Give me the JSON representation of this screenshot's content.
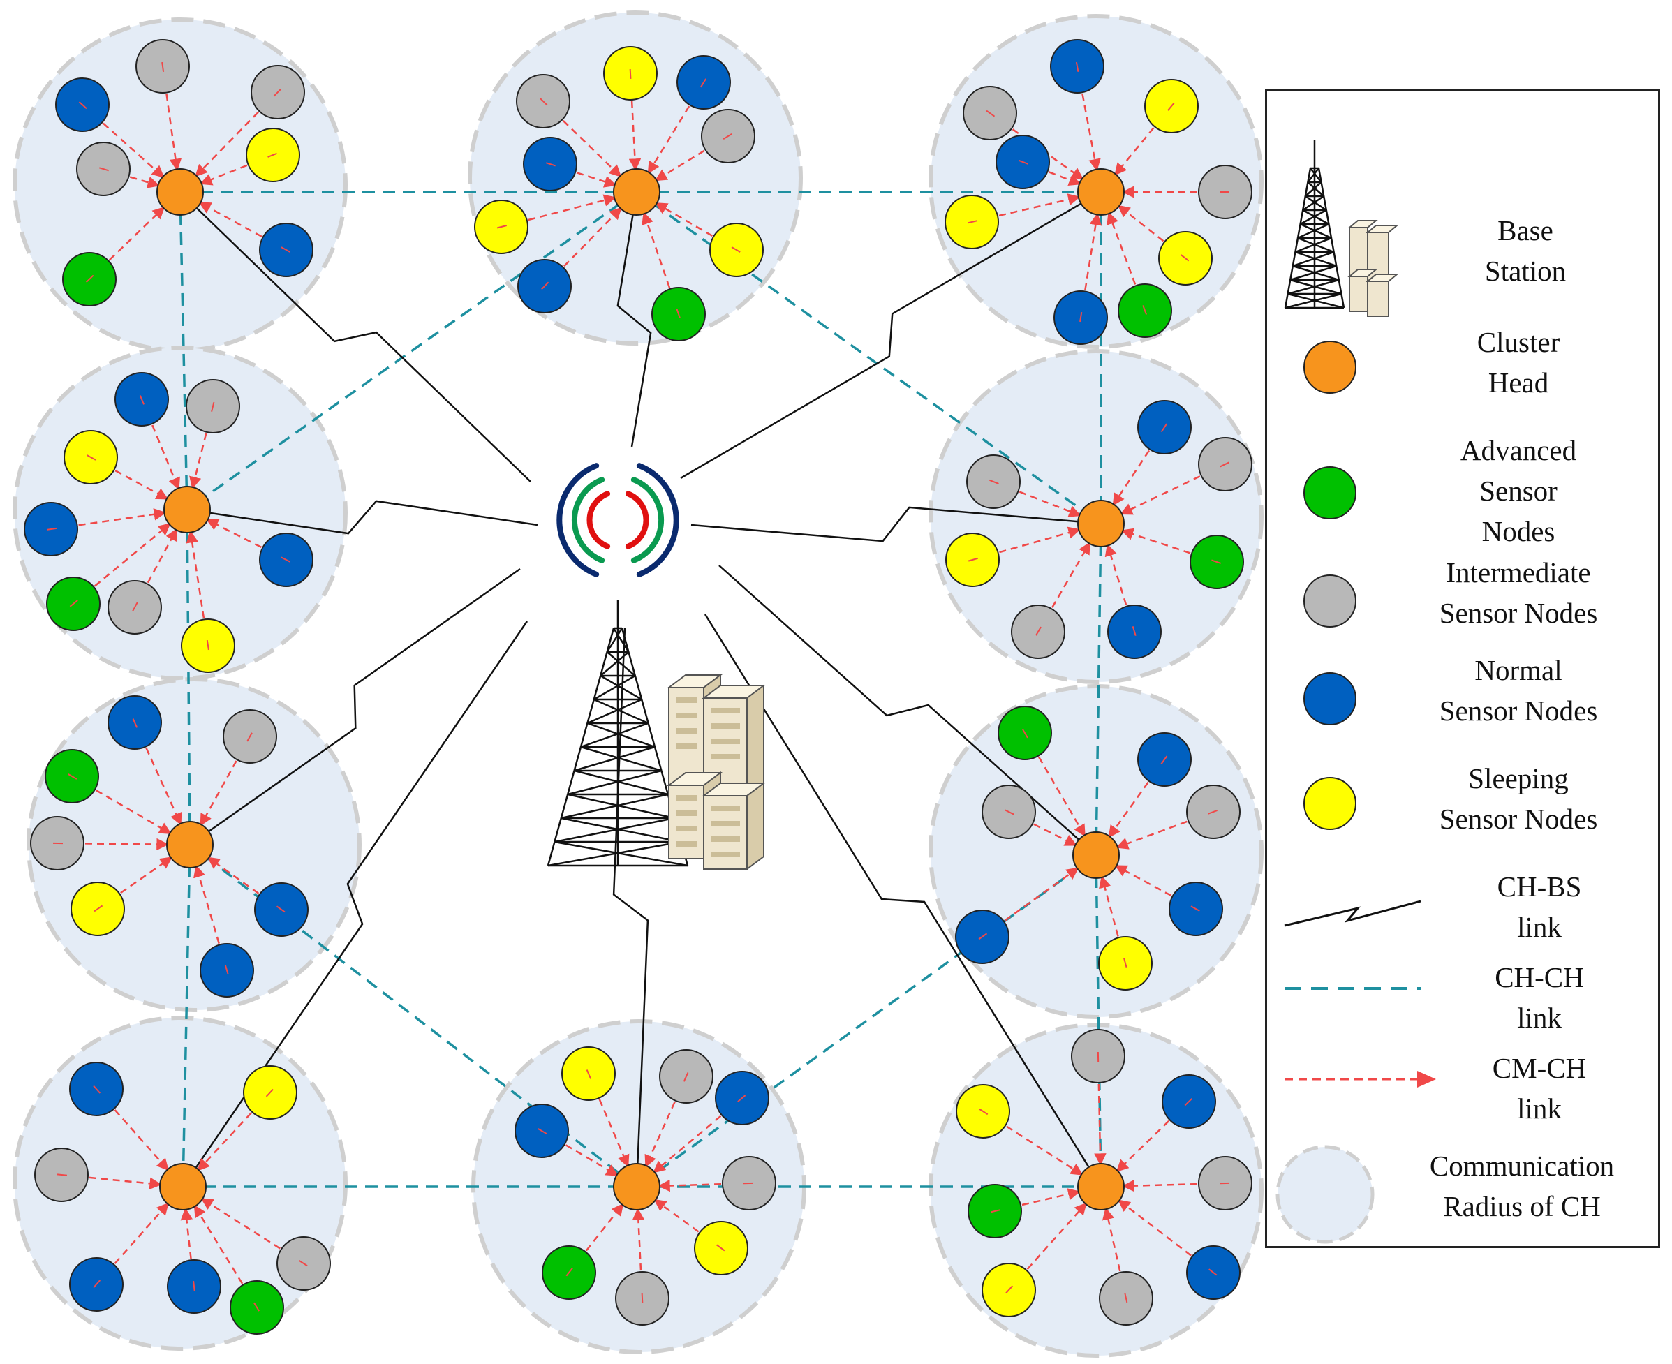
{
  "legend": {
    "base_station": [
      "Base",
      "Station"
    ],
    "cluster_head": [
      "Cluster",
      "Head"
    ],
    "advanced": [
      "Advanced",
      "Sensor",
      "Nodes"
    ],
    "intermediate": [
      "Intermediate",
      "Sensor Nodes"
    ],
    "normal": [
      "Normal",
      "Sensor Nodes"
    ],
    "sleeping": [
      "Sleeping",
      "Sensor Nodes"
    ],
    "ch_bs": [
      "CH-BS",
      "link"
    ],
    "ch_ch": [
      "CH-CH",
      "link"
    ],
    "cm_ch": [
      "CM-CH",
      "link"
    ],
    "radius": [
      "Communication",
      "Radius of CH"
    ]
  },
  "colors": {
    "cluster_head": "#f7941d",
    "advanced": "#00c000",
    "intermediate": "#b8b8b8",
    "normal": "#0060c0",
    "sleeping": "#ffff00",
    "ch_ch_link": "#1e90a0",
    "cm_ch_link": "#f04848",
    "radius_fill": "#e4ecf6",
    "radius_border": "#cfcfcf"
  }
}
